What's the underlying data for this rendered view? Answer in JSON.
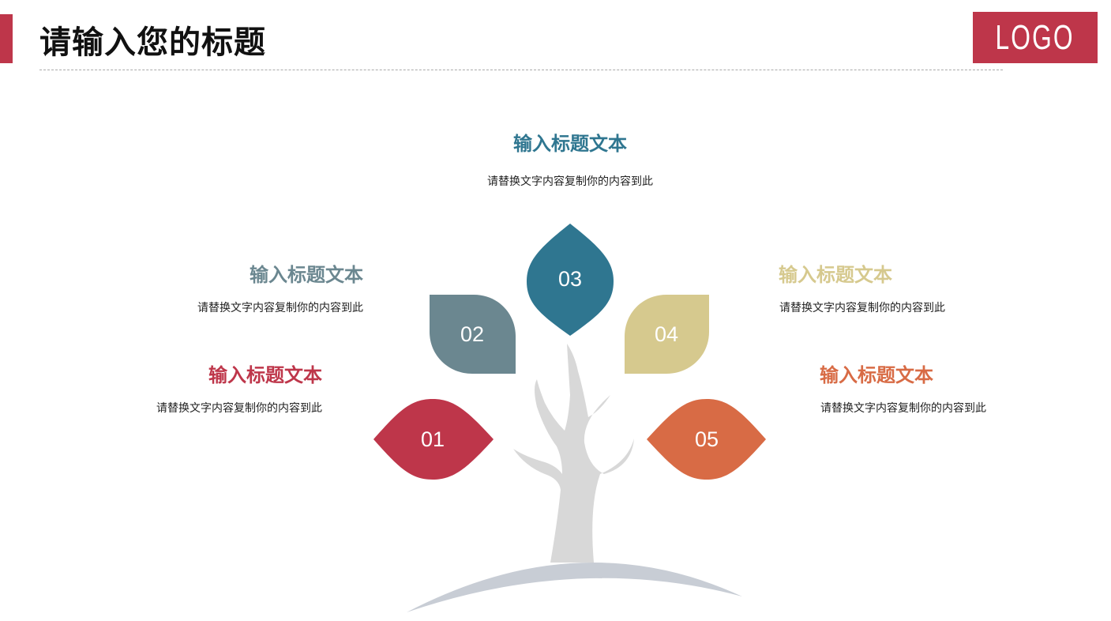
{
  "header": {
    "title": "请输入您的标题",
    "logo": "LOGO",
    "accent_color": "#be364a"
  },
  "items": [
    {
      "number": "01",
      "title": "输入标题文本",
      "desc": "请替换文字内容复制你的内容到此",
      "color": "#be364a"
    },
    {
      "number": "02",
      "title": "输入标题文本",
      "desc": "请替换文字内容复制你的内容到此",
      "color": "#6b8790"
    },
    {
      "number": "03",
      "title": "输入标题文本",
      "desc": "请替换文字内容复制你的内容到此",
      "color": "#2f7690"
    },
    {
      "number": "04",
      "title": "输入标题文本",
      "desc": "请替换文字内容复制你的内容到此",
      "color": "#d6c98e"
    },
    {
      "number": "05",
      "title": "输入标题文本",
      "desc": "请替换文字内容复制你的内容到此",
      "color": "#d86b45"
    }
  ],
  "graphics": {
    "tree_color": "#d8d8d8",
    "ground_color": "#c8cdd5"
  }
}
